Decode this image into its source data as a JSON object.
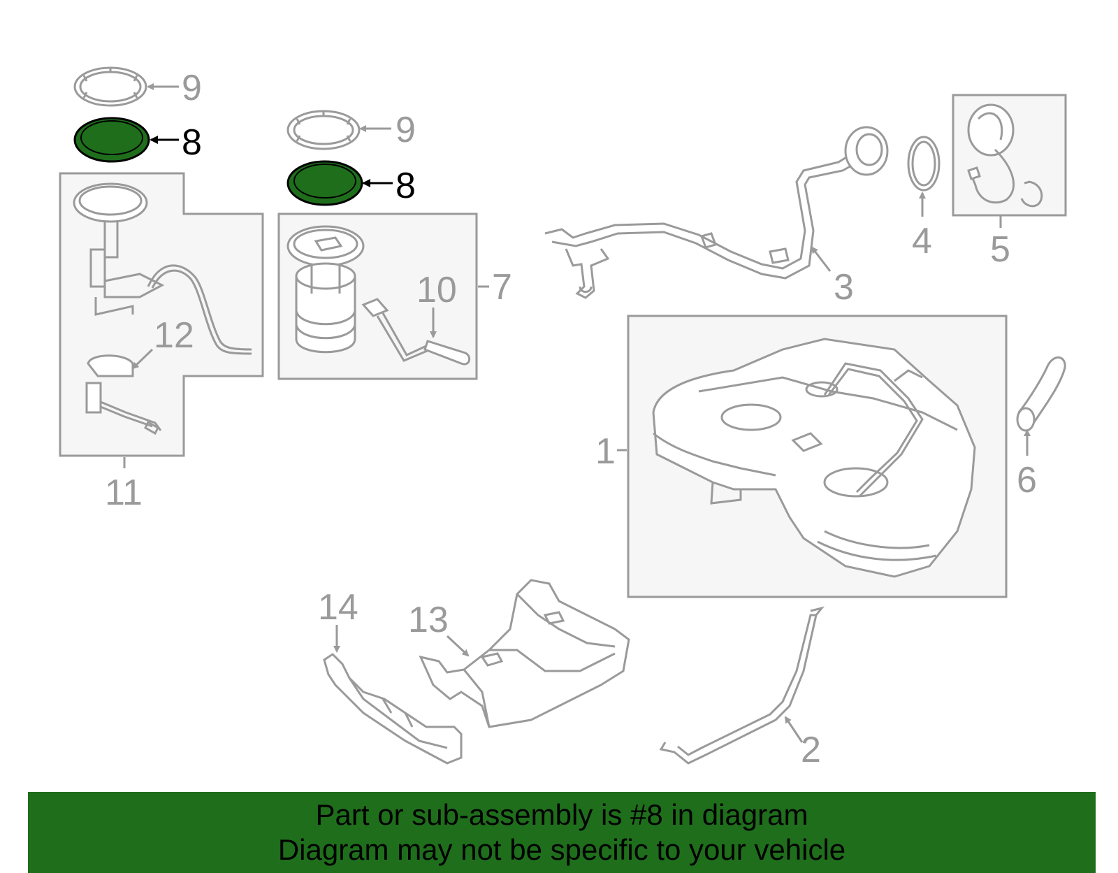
{
  "colors": {
    "highlight_part": "#1f6e1c",
    "banner_bg": "#1f6e1c",
    "outline": "#9a9a9a",
    "box_fill": "#f6f6f6"
  },
  "callouts": {
    "c1": "1",
    "c2": "2",
    "c3": "3",
    "c4": "4",
    "c5": "5",
    "c6": "6",
    "c7": "7",
    "c8a": "8",
    "c8b": "8",
    "c9a": "9",
    "c9b": "9",
    "c10": "10",
    "c11": "11",
    "c12": "12",
    "c13": "13",
    "c14": "14"
  },
  "highlighted_part": "8",
  "banner": {
    "line1": "Part or sub-assembly is #8 in diagram",
    "line2": "Diagram may not be specific to your vehicle"
  }
}
